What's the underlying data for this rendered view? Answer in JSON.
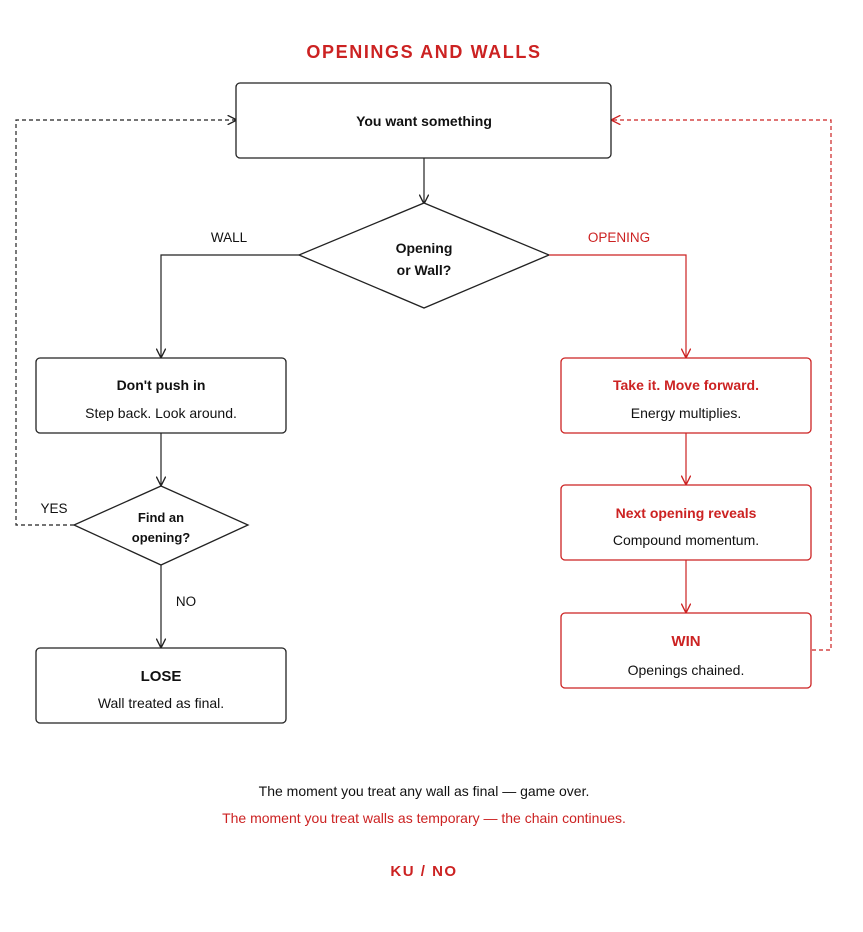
{
  "title": "OPENINGS AND WALLS",
  "nodes": {
    "start": {
      "label": "You want something"
    },
    "decision_main": {
      "line1": "Opening",
      "line2": "or Wall?"
    },
    "wall_box": {
      "title": "Don't push in",
      "subtitle": "Step back. Look around."
    },
    "decision_find": {
      "line1": "Find an",
      "line2": "opening?"
    },
    "lose_box": {
      "title": "LOSE",
      "subtitle": "Wall treated as final."
    },
    "take_box": {
      "title": "Take it. Move forward.",
      "subtitle": "Energy multiplies."
    },
    "next_box": {
      "title": "Next opening reveals",
      "subtitle": "Compound momentum."
    },
    "win_box": {
      "title": "WIN",
      "subtitle": "Openings chained."
    }
  },
  "edges": {
    "wall_label": "WALL",
    "opening_label": "OPENING",
    "yes_label": "YES",
    "no_label": "NO"
  },
  "footer": {
    "line1": "The moment you treat any wall as final — game over.",
    "line2": "The moment you treat walls as temporary — the chain continues.",
    "signature": "KU / NO"
  },
  "colors": {
    "accent": "#cc2222",
    "ink": "#111111",
    "background": "#ffffff"
  }
}
